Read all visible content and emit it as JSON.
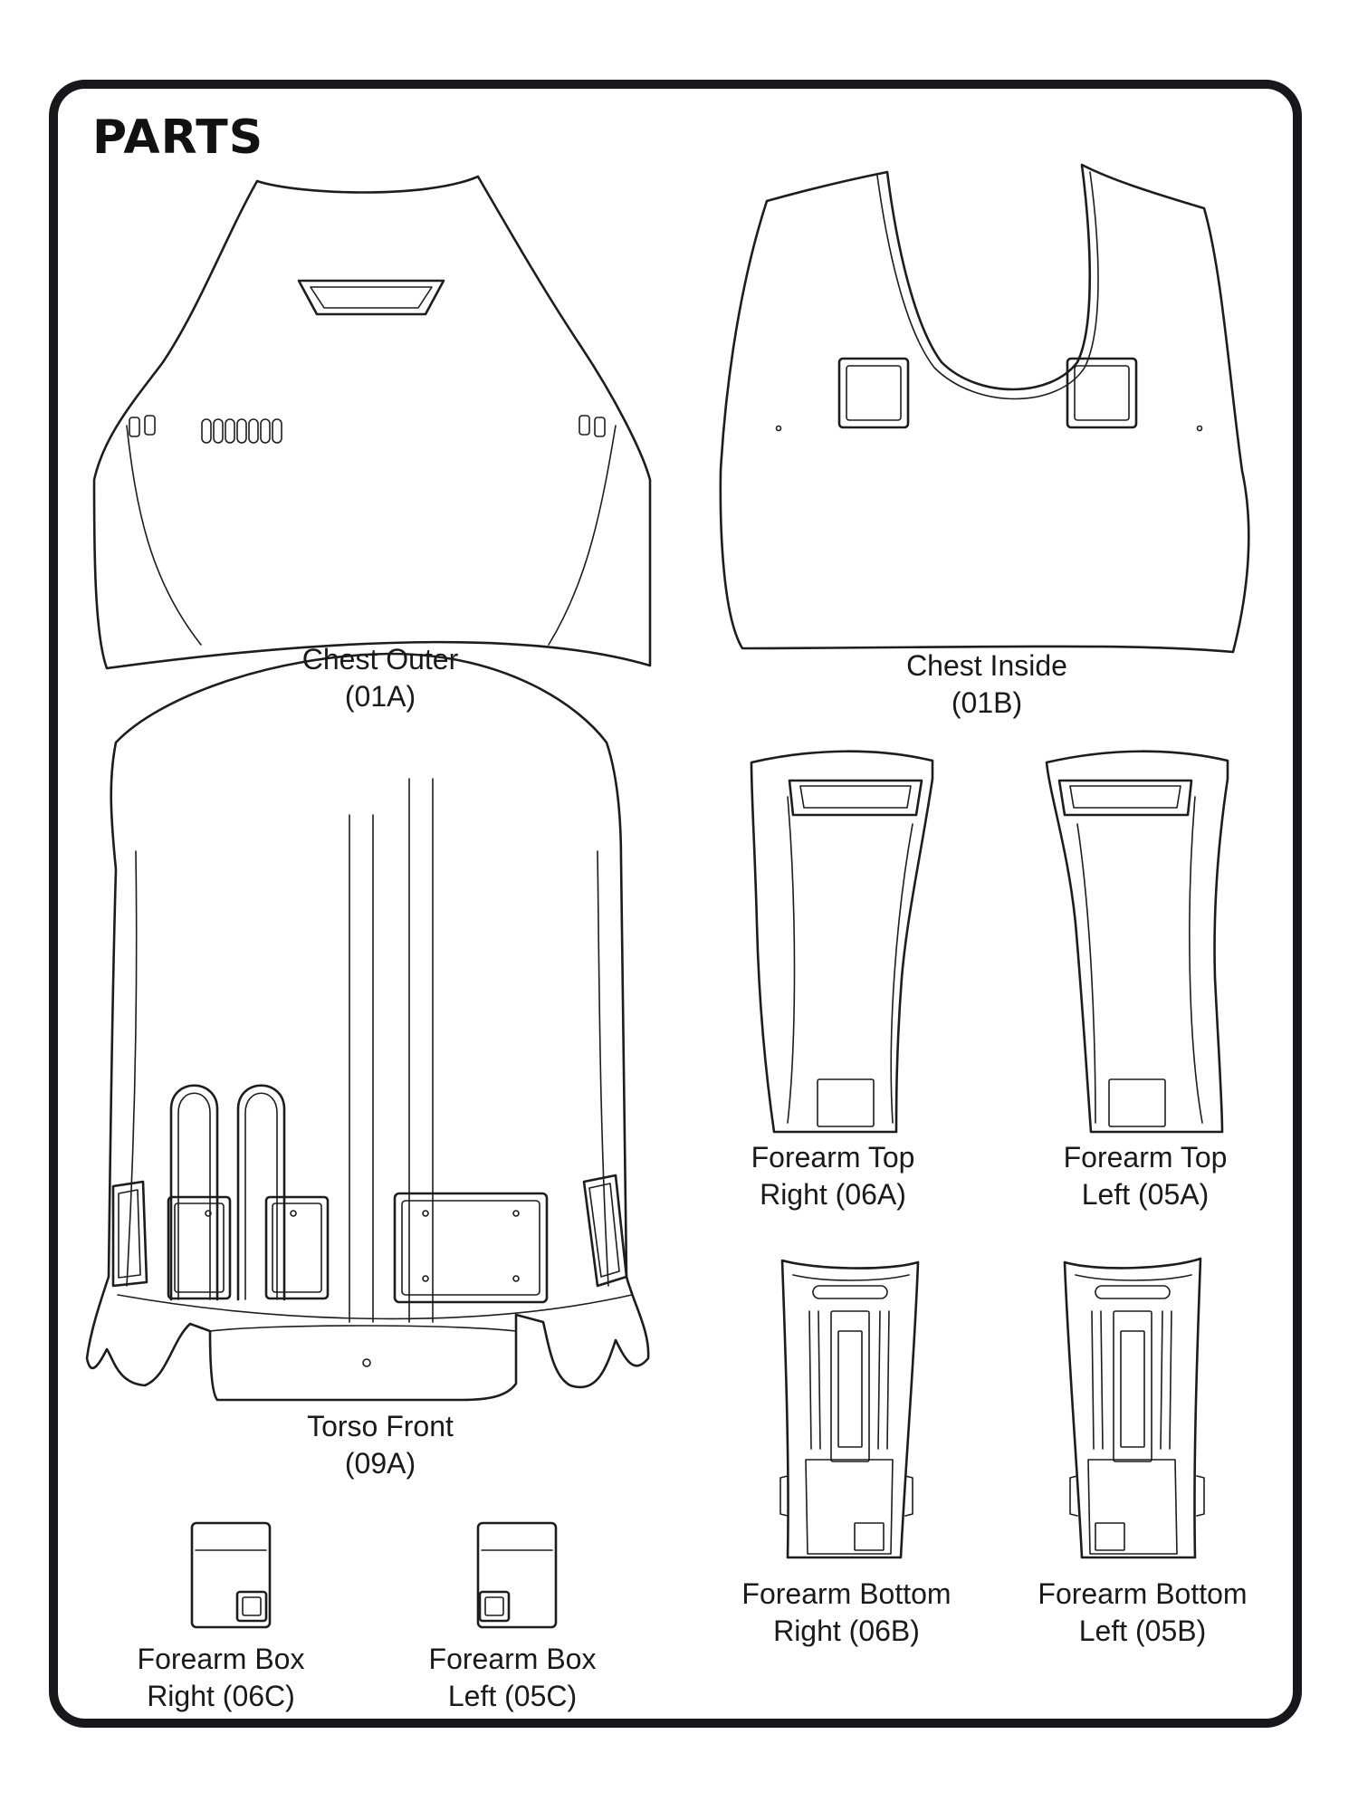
{
  "page_title": "PARTS",
  "parts": [
    {
      "id": "chest-outer",
      "name": "Chest Outer",
      "code": "(01A)"
    },
    {
      "id": "chest-inside",
      "name": "Chest Inside",
      "code": "(01B)"
    },
    {
      "id": "torso-front",
      "name": "Torso Front",
      "code": "(09A)"
    },
    {
      "id": "forearm-top-right",
      "name": "Forearm Top",
      "code": "Right (06A)"
    },
    {
      "id": "forearm-top-left",
      "name": "Forearm Top",
      "code": "Left (05A)"
    },
    {
      "id": "forearm-bottom-right",
      "name": "Forearm Bottom",
      "code": "Right (06B)"
    },
    {
      "id": "forearm-bottom-left",
      "name": "Forearm Bottom",
      "code": "Left (05B)"
    },
    {
      "id": "forearm-box-right",
      "name": "Forearm Box",
      "code": "Right (06C)"
    },
    {
      "id": "forearm-box-left",
      "name": "Forearm Box",
      "code": "Left (05C)"
    }
  ],
  "colors": {
    "outline": "#1d1d1d",
    "frame": "#17171c",
    "background": "#ffffff"
  }
}
